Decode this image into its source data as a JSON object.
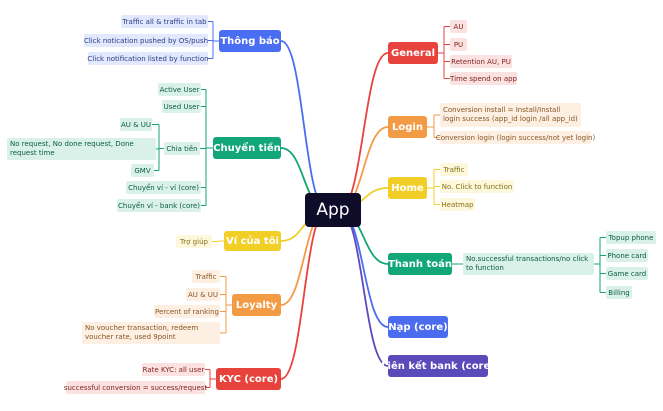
{
  "root": {
    "label": "App"
  },
  "colors": {
    "general": "#e8423c",
    "login": "#f39b44",
    "home": "#f2cf27",
    "thanh_toan": "#12a678",
    "nap": "#4c6cf0",
    "lien_ket": "#5b4ab9",
    "thong_bao": "#4a6ef2",
    "chuyen_tien": "#12a678",
    "vi": "#f2cf27",
    "loyalty": "#f39b44",
    "kyc": "#e8423c"
  },
  "branches": {
    "general": {
      "label": "General",
      "leaves": [
        "AU",
        "PU",
        "Retention AU, PU",
        "Time spend on app"
      ]
    },
    "login": {
      "label": "Login",
      "leaves": [
        "Conversion install = Install/Install login success (app_id login /all app_id)",
        "Conversion login (login success/not yet login)"
      ]
    },
    "home": {
      "label": "Home",
      "leaves": [
        "Traffic",
        "No. Click to function",
        "Heatmap"
      ]
    },
    "thanh_toan": {
      "label": "Thanh toán",
      "mid": "No.successful transactions/no click to function",
      "leaves": [
        "Topup phone",
        "Phone card",
        "Game card",
        "Billing"
      ]
    },
    "nap": {
      "label": "Nạp (core)"
    },
    "lien_ket": {
      "label": "Liên kết bank (core)"
    },
    "thong_bao": {
      "label": "Thông báo",
      "leaves": [
        "Traffic all & traffic in tab",
        "Click notication pushed by OS/push",
        "Click notification listed by function"
      ]
    },
    "chuyen_tien": {
      "label": "Chuyển tiền",
      "leaves": [
        "Active User",
        "Used User",
        "Chuyển ví - ví (core)",
        "Chuyển ví - bank (core)"
      ],
      "sub": {
        "label": "Chia tiền",
        "leaves": [
          "AU & UU",
          "No request, No done request, Done request time",
          "GMV"
        ]
      }
    },
    "vi": {
      "label": "Ví của tôi",
      "leaves": [
        "Trợ giúp"
      ]
    },
    "loyalty": {
      "label": "Loyalty",
      "leaves": [
        "Traffic",
        "AU & UU",
        "Percent of ranking",
        "No voucher transaction, redeem voucher rate, used 9point"
      ]
    },
    "kyc": {
      "label": "KYC (core)",
      "leaves": [
        "Rate KYC: all user",
        "successful conversion = success/request"
      ]
    }
  }
}
